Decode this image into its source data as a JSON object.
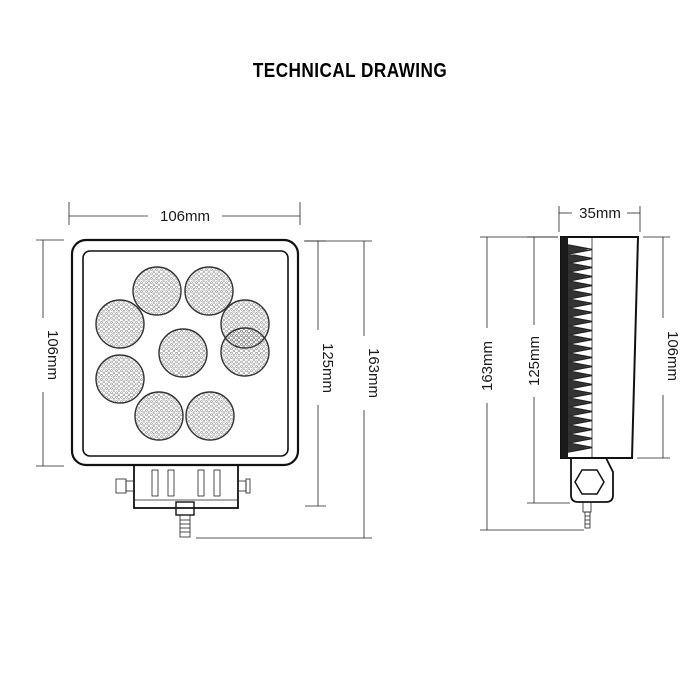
{
  "title": "TECHNICAL DRAWING",
  "front_view": {
    "dim_width": "106mm",
    "dim_height_left": "106mm",
    "dim_height_mid": "125mm",
    "dim_height_total": "163mm"
  },
  "side_view": {
    "dim_depth": "35mm",
    "dim_height_total": "163mm",
    "dim_height_mid": "125mm",
    "dim_height_right": "106mm"
  },
  "led_count": 9
}
